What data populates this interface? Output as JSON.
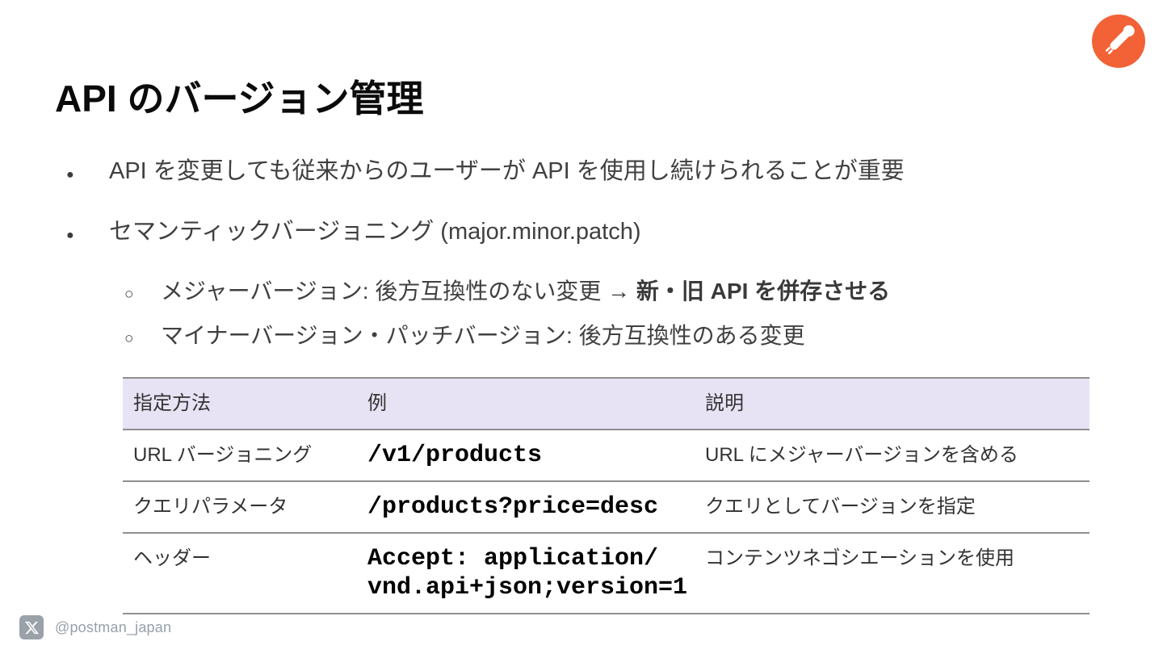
{
  "title": "API のバージョン管理",
  "markers": {
    "level1": "●",
    "level2": "○"
  },
  "bullets": [
    {
      "text": "API を変更しても従来からのユーザーが API を使用し続けられることが重要"
    },
    {
      "text": "セマンティックバージョニング (major.minor.patch)"
    }
  ],
  "sub_bullets": [
    {
      "text": "メジャーバージョン: 後方互換性のない変更 ",
      "bold": "→ 新・旧 API を併存させる"
    },
    {
      "text": "マイナーバージョン・パッチバージョン: 後方互換性のある変更",
      "bold": ""
    }
  ],
  "table": {
    "headers": [
      "指定方法",
      "例",
      "説明"
    ],
    "rows": [
      {
        "method": "URL バージョニング",
        "example": "/v1/products",
        "description": "URL にメジャーバージョンを含める"
      },
      {
        "method": "クエリパラメータ",
        "example": "/products?price=desc",
        "description": "クエリとしてバージョンを指定"
      },
      {
        "method": "ヘッダー",
        "example": "Accept: application/\nvnd.api+json;version=1",
        "description": "コンテンツネゴシエーションを使用"
      }
    ]
  },
  "footer": {
    "handle": "@postman_japan",
    "icon": "x-logo"
  },
  "logo": {
    "icon": "postman-logo"
  },
  "colors": {
    "orange": "#f26236",
    "title": "#0b0b0b",
    "text": "#404040",
    "table-text": "#333333",
    "header-bg": "#e8e3f4",
    "border": "#8f8f8f",
    "muted": "#97a1aa",
    "icon-bg": "#9aa1a8"
  }
}
